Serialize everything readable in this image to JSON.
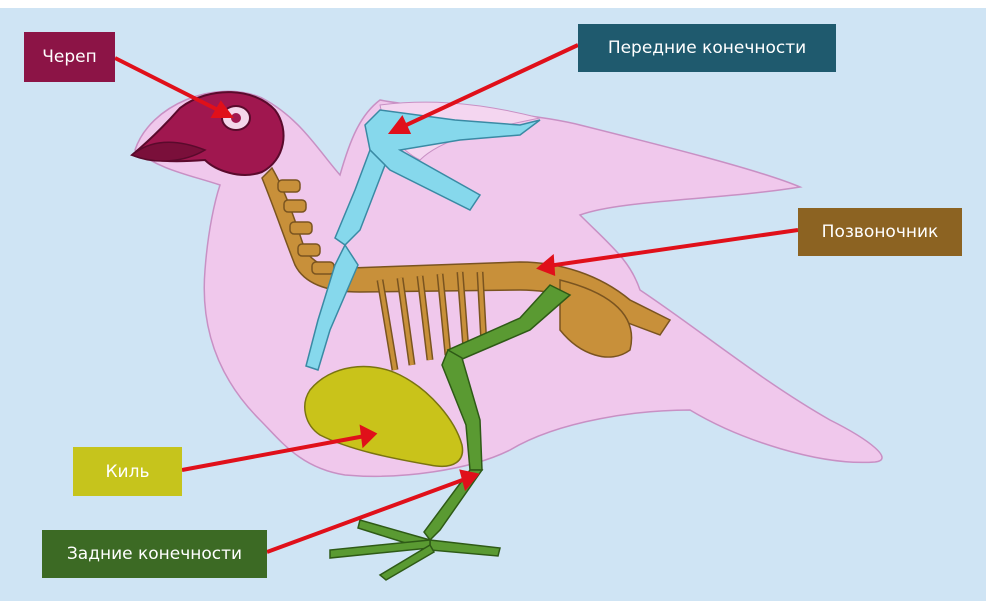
{
  "diagram": {
    "labels": {
      "skull": "Череп",
      "forelimbs": "Передние конечности",
      "spine": "Позвоночник",
      "keel": "Киль",
      "hindlimbs": "Задние конечности"
    },
    "colors": {
      "background": "#cfe4f4",
      "body": "#f0c8ec",
      "skull": "#a0174f",
      "forelimbs": "#86d8ec",
      "spine": "#c8903a",
      "keel": "#c9c31a",
      "hindlimbs": "#5a9a32",
      "arrow": "#e0101a",
      "label_skull": "#8c1446",
      "label_forelimbs": "#1f5a6e",
      "label_spine": "#8c6322",
      "label_keel": "#c6c41c",
      "label_hindlimbs": "#3c6a24"
    }
  }
}
